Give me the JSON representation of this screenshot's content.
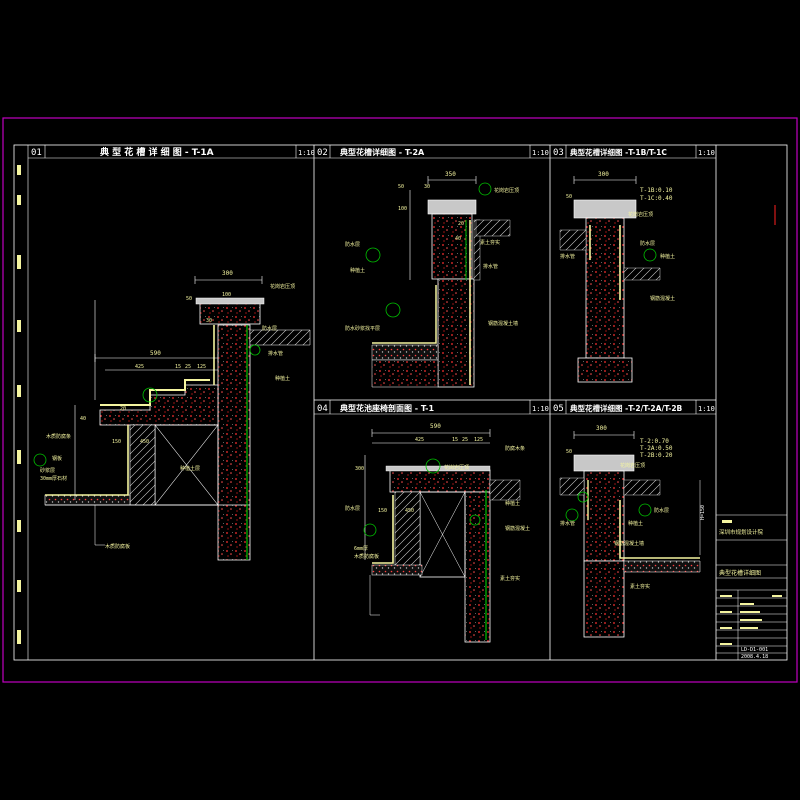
{
  "sheet": {
    "panels": [
      {
        "num": "01",
        "title": "典 型 花 槽 详 细 图 - T-1A",
        "scale": "1:10"
      },
      {
        "num": "02",
        "title": "典型花槽详细图 - T-2A",
        "scale": "1:10"
      },
      {
        "num": "03",
        "title": "典型花槽详细图 -T-1B/T-1C",
        "scale": "1:10"
      },
      {
        "num": "04",
        "title": "典型花池座椅剖面图 - T-1",
        "scale": "1:10"
      },
      {
        "num": "05",
        "title": "典型花槽详细图 -T-2/T-2A/T-2B",
        "scale": "1:10"
      }
    ],
    "title_block": {
      "company": "深圳市规划设计院",
      "drawing_title": "典型花槽详细图",
      "drawing_no": "LD-D1-001",
      "date": "2008.4.18"
    }
  },
  "panel1": {
    "dims": [
      "300",
      "100",
      "590",
      "425",
      "15",
      "25",
      "125",
      "150",
      "450",
      "50",
      "30",
      "20",
      "40"
    ],
    "notes": [
      "花岗岩压顶",
      "防水层",
      "排水管",
      "种植土",
      "木质防腐条",
      "钢板",
      "砂浆层",
      "30mm厚石材",
      "种植土层",
      "木质防腐板"
    ]
  },
  "panel2": {
    "dims": [
      "350",
      "50",
      "100",
      "20",
      "40",
      "30"
    ],
    "notes": [
      "花岗岩压顶",
      "防水层",
      "种植土",
      "排水管",
      "钢筋混凝土墙",
      "素土夯实",
      "防水砂浆找平层"
    ]
  },
  "panel3": {
    "dims": [
      "300",
      "50",
      "T-1B:0.10",
      "T-1C:0.40"
    ],
    "notes": [
      "花岗岩压顶",
      "防水层",
      "种植土",
      "钢筋混凝土",
      "排水管"
    ]
  },
  "panel4": {
    "dims": [
      "590",
      "425",
      "15",
      "25",
      "125",
      "300",
      "150",
      "450"
    ],
    "notes": [
      "花岗岩压顶",
      "防腐木条",
      "种植土",
      "防水层",
      "钢筋混凝土",
      "素土夯实",
      "6mm厚 ",
      "木质防腐板"
    ]
  },
  "panel5": {
    "dims": [
      "300",
      "50",
      "T-2:0.70",
      "T-2A:0.50",
      "T-2B:0.20",
      "H=150"
    ],
    "notes": [
      "花岗岩压顶",
      "防水层",
      "种植土",
      "排水管",
      "素土夯实",
      "钢筋混凝土墙"
    ]
  }
}
